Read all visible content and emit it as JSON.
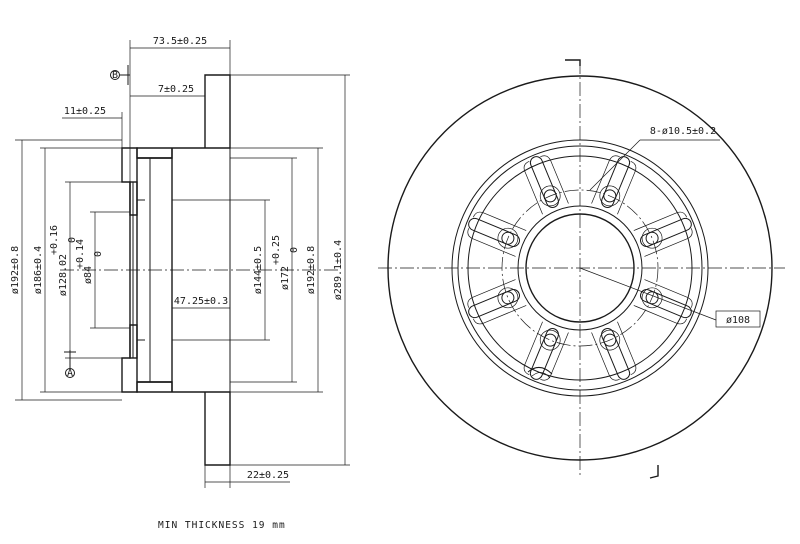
{
  "dimensions": {
    "overall_depth": "73.5±0.25",
    "flange_offset": "7±0.25",
    "hub_lip": "11±0.25",
    "hub_bore_depth": "47.25±0.3",
    "friction_ring_thickness": "22±0.25",
    "dia_192_left": "ø192±0.8",
    "dia_186": "ø186±0.4",
    "dia_128": "ø128.02",
    "dia_128_tol_upper": "+0.16",
    "dia_128_tol_lower": "0",
    "dia_84": "ø84",
    "dia_84_tol_upper": "+0.14",
    "dia_84_tol_lower": "0",
    "dia_144": "ø144±0.5",
    "dia_172": "ø172",
    "dia_172_tol_upper": "+0.25",
    "dia_172_tol_lower": "0",
    "dia_192_right": "ø192±0.8",
    "dia_289": "ø289.1±0.4",
    "bolt_holes": "8-ø10.5±0.2",
    "pcd": "ø108"
  },
  "datums": {
    "a": "A",
    "b": "B"
  },
  "notes": {
    "min_thickness": "MIN THICKNESS 19 mm"
  },
  "colors": {
    "line": "#1a1a1a",
    "background": "#ffffff"
  }
}
